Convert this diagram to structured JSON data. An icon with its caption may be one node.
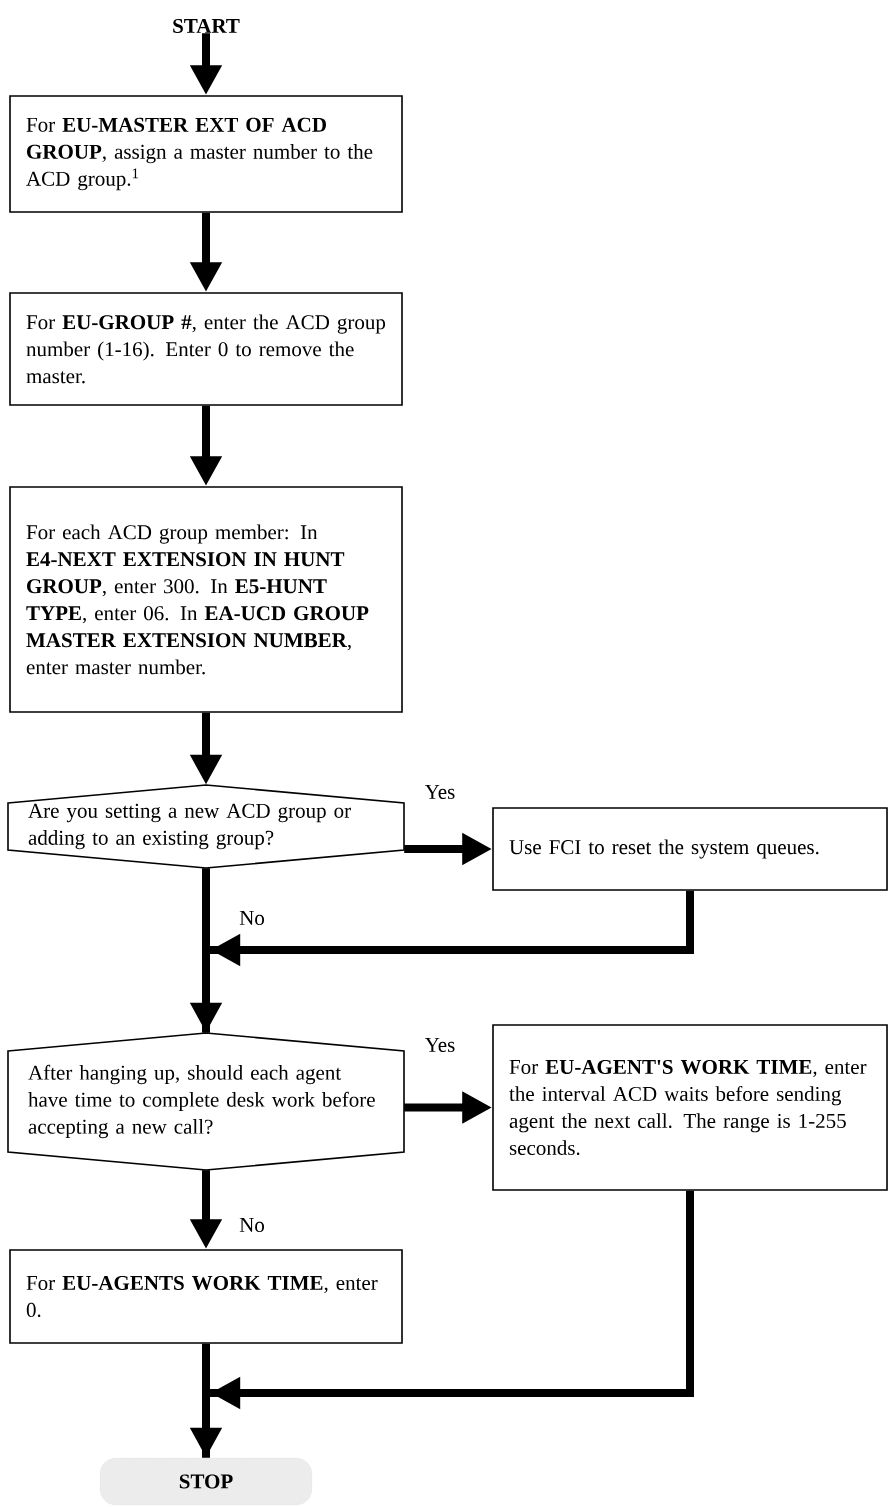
{
  "diagram": {
    "nodes": [
      {
        "text": [
          "START"
        ]
      },
      {
        "text": [
          "For **EU-MASTER EXT OF ACD GROUP**, assign a master number to the ACD group.$^{1}$"
        ]
      },
      {
        "text": [
          "For **EU-GROUP #**, enter the ACD group number (1-16). Enter 0 to remove the master."
        ]
      },
      {
        "text": [
          "For each ACD group member: In **E4-NEXT EXTENSION IN HUNT GROUP**, enter 300. In **E5-HUNT TYPE**, enter 06. In **EA-UCD GROUP MASTER EXTENSION NUMBER**, enter master number."
        ]
      },
      {
        "text": [
          "Are you setting a new ACD group or adding to an existing group?"
        ]
      },
      {
        "text": [
          "Use FCI to reset the system queues."
        ]
      },
      {
        "text": [
          "After hanging up, should each agent have time to complete desk work before accepting a new call?"
        ]
      },
      {
        "text": [
          "For **EU-AGENT'S WORK TIME**, enter the interval ACD waits before sending agent the next call. The range is 1-255 seconds."
        ]
      },
      {
        "text": [
          "For **EU-AGENTS WORK TIME**, enter 0."
        ]
      },
      {
        "text": [
          "STOP"
        ]
      }
    ],
    "edges": [
      {
        "from": 0,
        "to": 1,
        "arrow": "to"
      },
      {
        "from": 1,
        "to": 2,
        "arrow": "to"
      },
      {
        "from": 2,
        "to": 3,
        "arrow": "to"
      },
      {
        "from": 3,
        "to": 4,
        "arrow": "to"
      },
      {
        "from": 4,
        "to": 5,
        "arrow": "to",
        "label": "Yes"
      },
      {
        "from": 4,
        "to": 6,
        "arrow": "to",
        "label": "No"
      },
      {
        "from": 5,
        "to": 6,
        "arrow": "to"
      },
      {
        "from": 6,
        "to": 7,
        "arrow": "to",
        "label": "Yes"
      },
      {
        "from": 6,
        "to": 8,
        "arrow": "to",
        "label": "No"
      },
      {
        "from": 8,
        "to": 9,
        "arrow": "to"
      },
      {
        "from": 7,
        "to": 9,
        "arrow": "to"
      }
    ]
  }
}
